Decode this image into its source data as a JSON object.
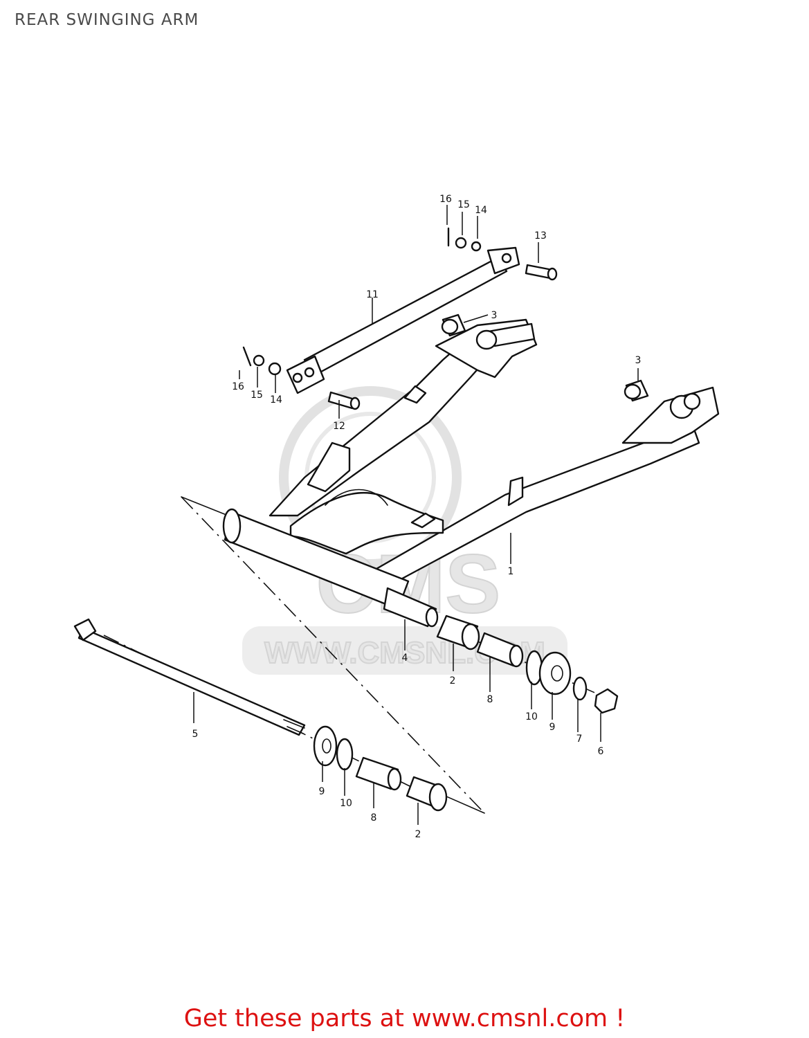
{
  "title": "REAR SWINGING ARM",
  "footer": {
    "text": "Get these parts at www.cmsnl.com !"
  },
  "watermark": {
    "logo": "CMS",
    "url": "WWW.CMSNL.COM"
  },
  "colors": {
    "footer": "#dd1111",
    "title": "#4a4a4a",
    "watermark": "#e2e2e2",
    "line": "#111111"
  },
  "callouts": {
    "c1": "1",
    "c2a": "2",
    "c2b": "2",
    "c3a": "3",
    "c3b": "3",
    "c4": "4",
    "c5": "5",
    "c6": "6",
    "c7": "7",
    "c8a": "8",
    "c8b": "8",
    "c9a": "9",
    "c9b": "9",
    "c10a": "10",
    "c10b": "10",
    "c11": "11",
    "c12": "12",
    "c13": "13",
    "c14a": "14",
    "c14b": "14",
    "c15a": "15",
    "c15b": "15",
    "c16a": "16",
    "c16b": "16"
  }
}
